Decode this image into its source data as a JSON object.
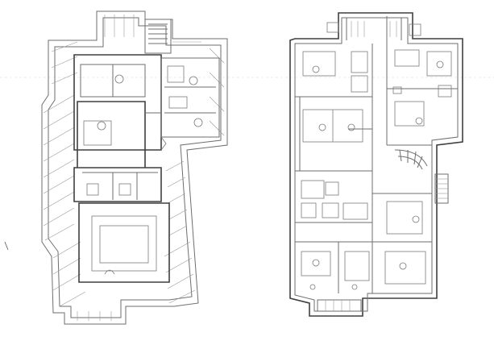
{
  "drawing": {
    "sheet_type": "architectural floor plan sketch",
    "plans": [
      {
        "name": "left-plan",
        "side_label_top": "",
        "side_label_bottom": ""
      },
      {
        "name": "right-plan",
        "side_label_top": "",
        "side_label_bottom": ""
      }
    ],
    "line_color": "#6e6e6e",
    "wall_color": "#3f3f3f",
    "background": "#ffffff"
  }
}
